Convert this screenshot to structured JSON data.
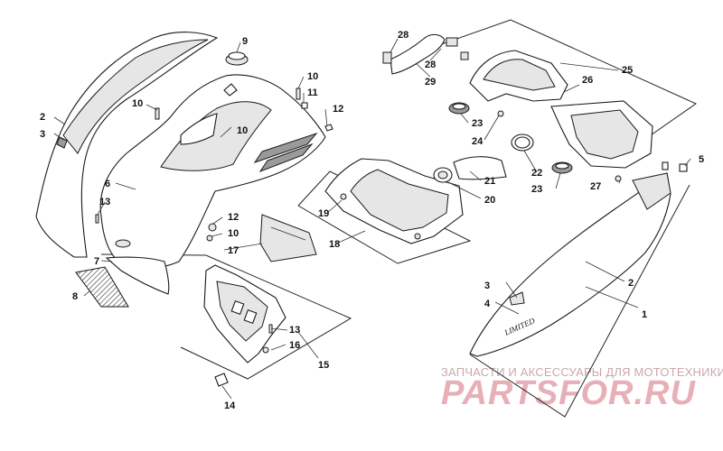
{
  "labels": [
    "1",
    "2",
    "2",
    "3",
    "3",
    "4",
    "5",
    "6",
    "7",
    "8",
    "9",
    "10",
    "10",
    "10",
    "10",
    "11",
    "12",
    "12",
    "13",
    "13",
    "14",
    "15",
    "16",
    "17",
    "18",
    "19",
    "20",
    "21",
    "22",
    "23",
    "23",
    "24",
    "25",
    "26",
    "27",
    "28",
    "28",
    "29"
  ],
  "decal_text": "LIMITED",
  "watermark": {
    "tagline": "ЗАПЧАСТИ И АКСЕССУАРЫ ДЛЯ МОТОТЕХНИКИ",
    "brand": "PARTSFOR.RU"
  },
  "colors": {
    "line": "#1a1a1a",
    "watermark_tagline": "#c9a8ab",
    "watermark_brand": "#e7b0b6"
  }
}
